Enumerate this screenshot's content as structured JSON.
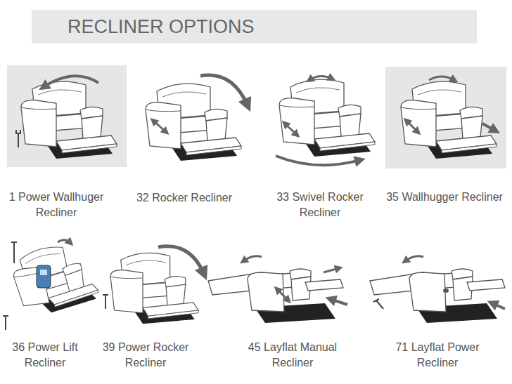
{
  "diagram": {
    "title": "RECLINER OPTIONS",
    "labels": [
      "1 Power Wallhuger Recliner",
      "32 Rocker Recliner",
      "33 Swivel Rocker Recliner",
      "35 Wallhugger Recliner",
      "36 Power Lift Recliner",
      "39 Power Rocker Recliner",
      "45 Layflat Manual Recliner",
      "71 Layflat Power Recliner"
    ]
  }
}
